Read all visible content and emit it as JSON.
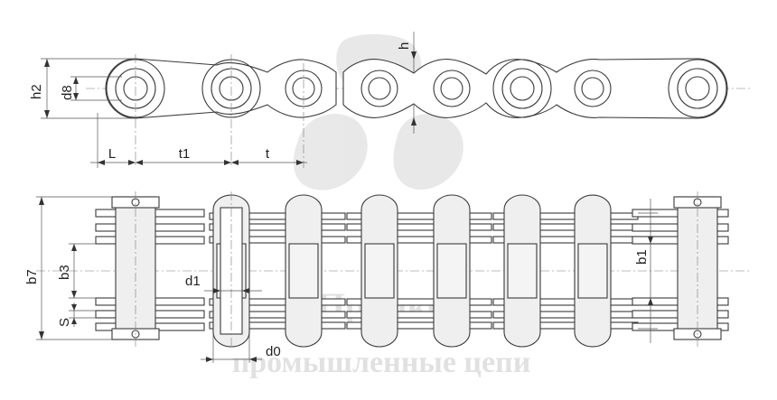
{
  "drawing": {
    "labels": {
      "h2": "h2",
      "d8": "d8",
      "h": "h",
      "L": "L",
      "t1": "t1",
      "t": "t",
      "b7": "b7",
      "b3": "b3",
      "S": "S",
      "d1": "d1",
      "b1": "b1",
      "d0": "d0"
    },
    "watermark": {
      "brand": "Промко",
      "tagline": "промышленные цепи"
    }
  }
}
